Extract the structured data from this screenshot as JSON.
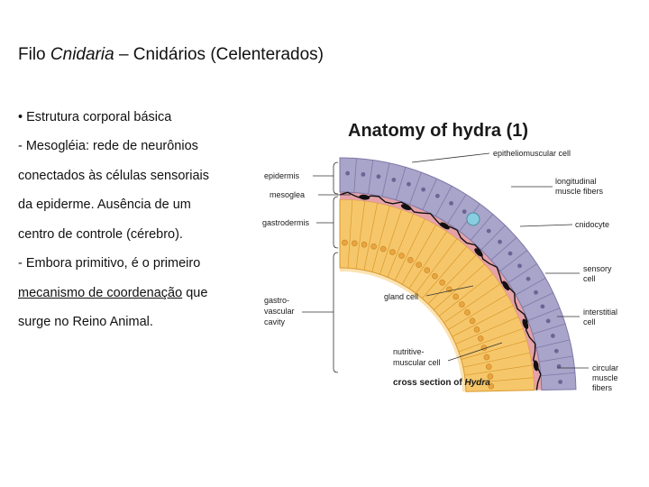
{
  "slide": {
    "title_prefix": "Filo ",
    "title_italic": "Cnidaria",
    "title_suffix": " – Cnidários (Celenterados)",
    "bullet_marker": "•",
    "bullet_text": "Estrutura corporal básica",
    "lines": [
      "- Mesogléia: rede de neurônios",
      "conectados às células sensoriais",
      "da epiderme. Ausência de  um",
      "centro de controle (cérebro)."
    ],
    "line5_a": "- Embora primitivo, é o ",
    "line5_b": "primeiro",
    "line6_a": "mecanismo de coordenação",
    "line6_b": " que",
    "line7": "surge no Reino Animal."
  },
  "diagram": {
    "title": "Anatomy of hydra (1)",
    "left_labels": {
      "epidermis": "epidermis",
      "mesoglea": "mesoglea",
      "gastrodermis": "gastrodermis",
      "cavity_1": "gastro-",
      "cavity_2": "vascular",
      "cavity_3": "cavity"
    },
    "right_labels": {
      "epitheliomuscular": "epitheliomuscular cell",
      "longitudinal_1": "longitudinal",
      "longitudinal_2": "muscle fibers",
      "cnidocyte": "cnidocyte",
      "sensory_1": "sensory",
      "sensory_2": "cell",
      "interstitial_1": "interstitial",
      "interstitial_2": "cell",
      "circular_1": "circular",
      "circular_2": "muscle",
      "circular_3": "fibers"
    },
    "inner_labels": {
      "gland_cell": "gland cell",
      "nutritive_1": "nutritive-",
      "nutritive_2": "muscular cell"
    },
    "caption_prefix": "cross section of ",
    "caption_italic": "Hydra",
    "colors": {
      "epidermis": "#a9a4c9",
      "epidermis_edge": "#7e78a8",
      "mesoglea": "#e6a1a8",
      "gastrodermis": "#f6c76a",
      "gastrodermis_edge": "#d9992e",
      "nerve": "#111111",
      "cnidocyte": "#88cde0"
    }
  }
}
